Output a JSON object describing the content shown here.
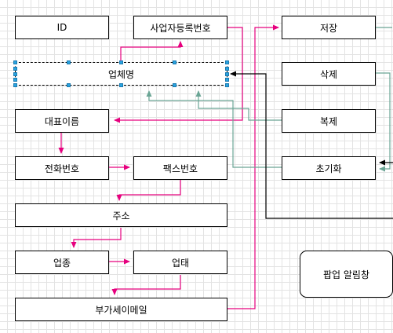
{
  "colors": {
    "pink": "#e6007e",
    "teal": "#6aa595",
    "black": "#000000"
  },
  "nodes": {
    "id": "ID",
    "business_reg_no": "사업자등록번호",
    "company_name": "업체명",
    "representative": "대표이름",
    "phone": "전화번호",
    "fax": "팩스번호",
    "address": "주소",
    "business_type": "업종",
    "business_category": "업태",
    "extra_email": "부가세이메일",
    "save": "저장",
    "delete": "삭제",
    "copy": "복제",
    "reset": "초기화",
    "popup": "팝업 알림창"
  }
}
